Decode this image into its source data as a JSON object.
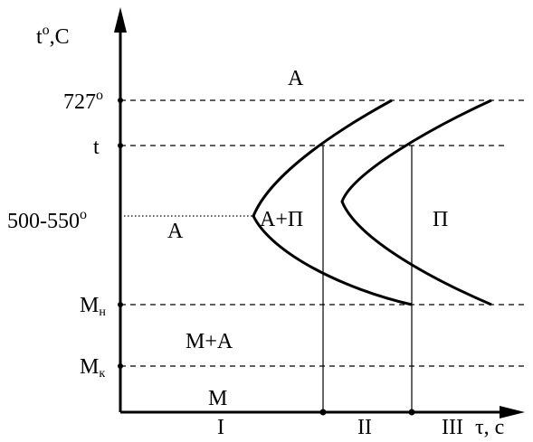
{
  "y_axis": {
    "label_base": "t",
    "label_sup": "o",
    "label_suffix": ",C"
  },
  "x_axis": {
    "label": "τ, с"
  },
  "y_levels": {
    "t727": {
      "base": "727",
      "sup": "o"
    },
    "t": {
      "text": "t"
    },
    "t500": {
      "base": "500-550",
      "sup": "o"
    },
    "mn": {
      "base": "М",
      "sub": "н"
    },
    "mk": {
      "base": "М",
      "sub": "к"
    }
  },
  "regions": {
    "a_top": "А",
    "a_left": "А",
    "a_p": "А+П",
    "p": "П",
    "m_a": "М+А",
    "m": "М"
  },
  "x_zones": [
    "I",
    "II",
    "III"
  ],
  "colors": {
    "ink": "#000000",
    "background": "#ffffff"
  }
}
